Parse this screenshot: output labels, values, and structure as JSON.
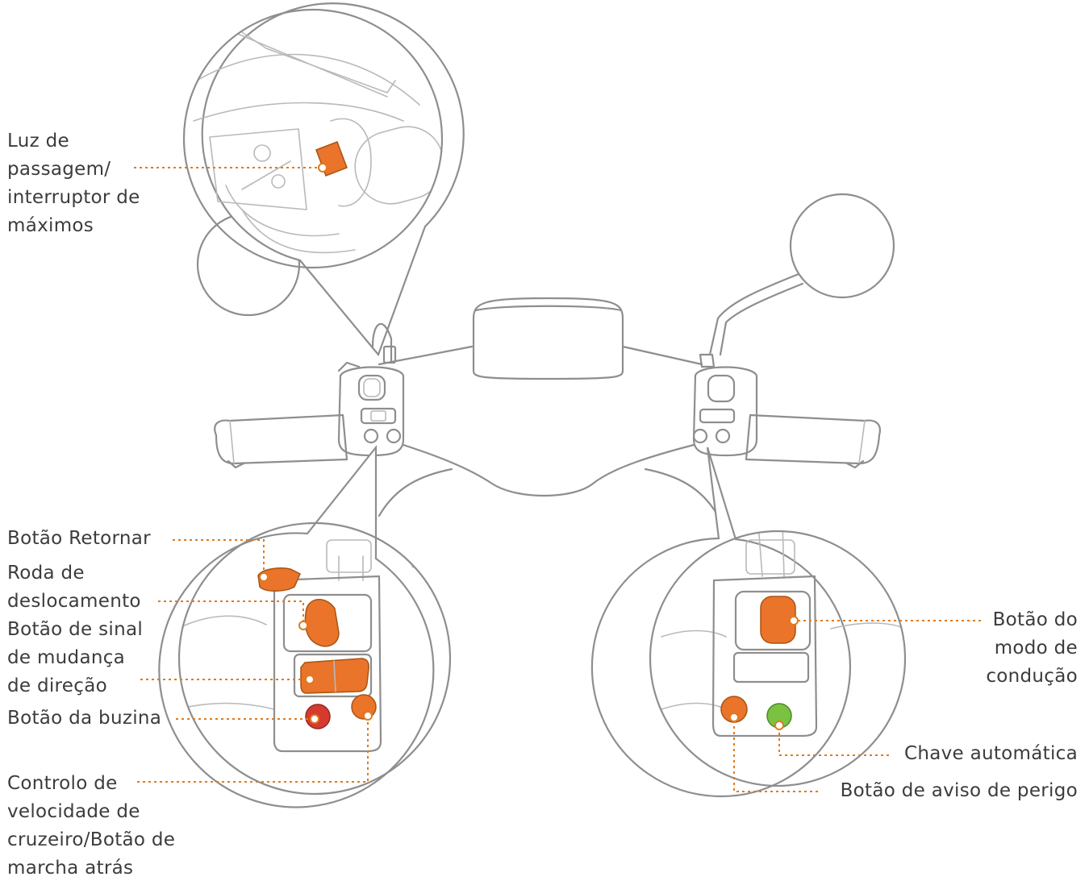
{
  "colors": {
    "accent": "#e07a1e",
    "orange_button": "#e9742a",
    "horn_button": "#d63a2f",
    "auto_switch": "#7cc242",
    "outline": "#8e8e8e",
    "label_text": "#3c3c3c"
  },
  "labels": {
    "high_beam": [
      "Luz de",
      "passagem/",
      "interruptor de",
      "máximos"
    ],
    "back_button": [
      "Botão Retornar"
    ],
    "scroll_wheel": [
      "Roda de",
      "deslocamento"
    ],
    "turn_signal": [
      "Botão de sinal",
      "de mudança",
      "de direção"
    ],
    "horn": [
      "Botão da buzina"
    ],
    "cruise_control": [
      "Controlo de",
      "velocidade de",
      "cruzeiro/Botão de",
      "marcha atrás"
    ],
    "drive_mode": [
      "Botão do",
      "modo de",
      "condução"
    ],
    "auto_switch": [
      "Chave automática"
    ],
    "hazard": [
      "Botão de aviso de perigo"
    ]
  }
}
